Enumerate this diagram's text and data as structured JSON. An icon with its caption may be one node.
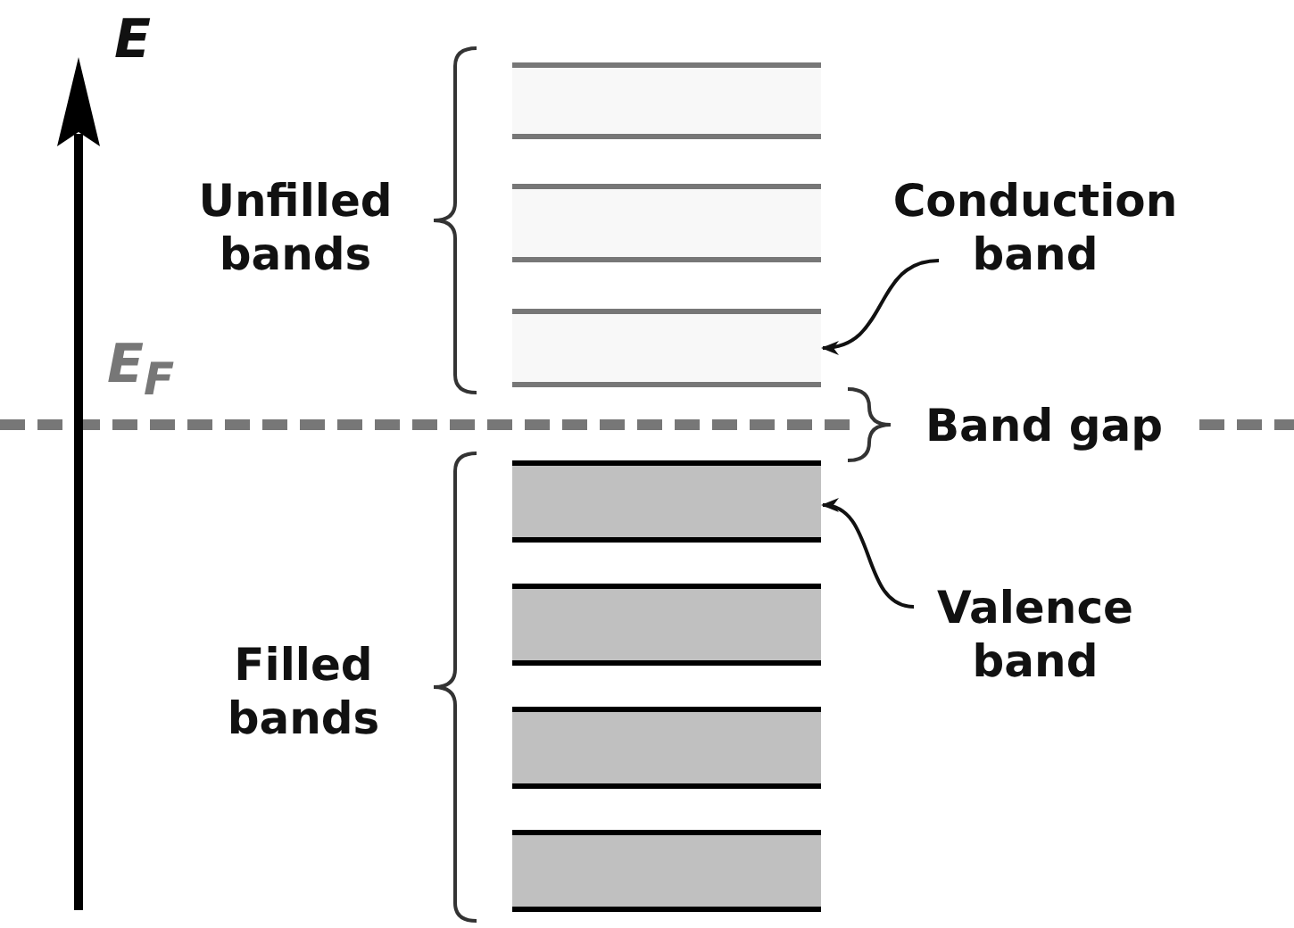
{
  "diagram": {
    "nodes": [
      {
        "text": [],
        "shape": "bar"
      },
      {
        "text": [],
        "shape": "bar"
      },
      {
        "text": [
          "Conduction band"
        ]
      },
      {
        "text": [],
        "shape": "bar"
      },
      {
        "text": [],
        "shape": "bar"
      },
      {
        "text": [
          "Valence band"
        ]
      },
      {
        "text": [],
        "shape": "bar"
      },
      {
        "text": [],
        "shape": "bar"
      },
      {
        "text": [],
        "shape": "bar"
      }
    ],
    "edges": [
      {
        "from": 2,
        "to": 3,
        "arrow": "to"
      },
      {
        "from": 5,
        "to": 4,
        "arrow": "to"
      }
    ],
    "labels": [
      "E",
      "Unfilled bands",
      "E$_{F}$",
      "Band gap",
      "Filled bands"
    ]
  }
}
